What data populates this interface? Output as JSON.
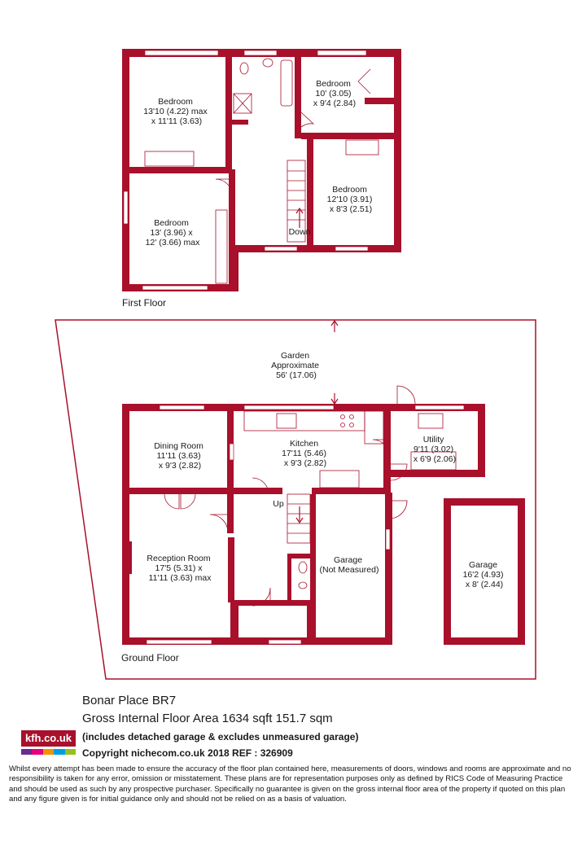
{
  "floors": {
    "first": {
      "label": "First Floor",
      "rooms": [
        {
          "id": "bed1",
          "lines": [
            "Bedroom",
            "13'10 (4.22) max",
            "x 11'11 (3.63)"
          ]
        },
        {
          "id": "bed2",
          "lines": [
            "Bedroom",
            "10' (3.05)",
            "x 9'4 (2.84)"
          ]
        },
        {
          "id": "bed3",
          "lines": [
            "Bedroom",
            "12'10 (3.91)",
            "x 8'3 (2.51)"
          ]
        },
        {
          "id": "bed4",
          "lines": [
            "Bedroom",
            "13' (3.96) x",
            "12' (3.66) max"
          ]
        }
      ],
      "stairs_label": "Down"
    },
    "ground": {
      "label": "Ground Floor",
      "rooms": [
        {
          "id": "garden",
          "lines": [
            "Garden",
            "Approximate",
            "56' (17.06)"
          ]
        },
        {
          "id": "dining",
          "lines": [
            "Dining Room",
            "11'11 (3.63)",
            "x 9'3 (2.82)"
          ]
        },
        {
          "id": "kitchen",
          "lines": [
            "Kitchen",
            "17'11 (5.46)",
            "x 9'3 (2.82)"
          ]
        },
        {
          "id": "utility",
          "lines": [
            "Utility",
            "9'11 (3.02)",
            "x 6'9 (2.06)"
          ]
        },
        {
          "id": "reception",
          "lines": [
            "Reception Room",
            "17'5 (5.31) x",
            "11'11 (3.63) max"
          ]
        },
        {
          "id": "garage_int",
          "lines": [
            "Garage",
            "(Not Measured)"
          ]
        },
        {
          "id": "garage_det",
          "lines": [
            "Garage",
            "16'2 (4.93)",
            "x 8' (2.44)"
          ]
        }
      ],
      "stairs_label": "Up"
    }
  },
  "footer": {
    "title": "Bonar Place  BR7",
    "area": "Gross Internal Floor Area 1634 sqft 151.7 sqm",
    "note": "(includes detached garage & excludes unmeasured garage)",
    "copyright": "Copyright nichecom.co.uk 2018 REF : 326909",
    "disclaimer": "Whilst every attempt has been made to ensure the accuracy of the floor plan contained here, measurements of doors, windows and rooms are approximate and no responsibility is taken for any error, omission or misstatement.  These plans are for representation purposes only as defined by RICS Code of Measuring Practice and should be used as such by any prospective purchaser.  Specifically no guarantee is given on the gross internal floor area of the property if quoted on this plan and any figure given is for initial guidance only and should not be relied on as a basis of valuation."
  },
  "logo": {
    "text": "kfh.co.uk",
    "brand_color": "#a8102b",
    "stripe_colors": [
      "#6b2c91",
      "#e5007e",
      "#f39200",
      "#009fe3",
      "#95c11f"
    ]
  },
  "colors": {
    "wall": "#a8102b",
    "text": "#1a1a1a"
  }
}
